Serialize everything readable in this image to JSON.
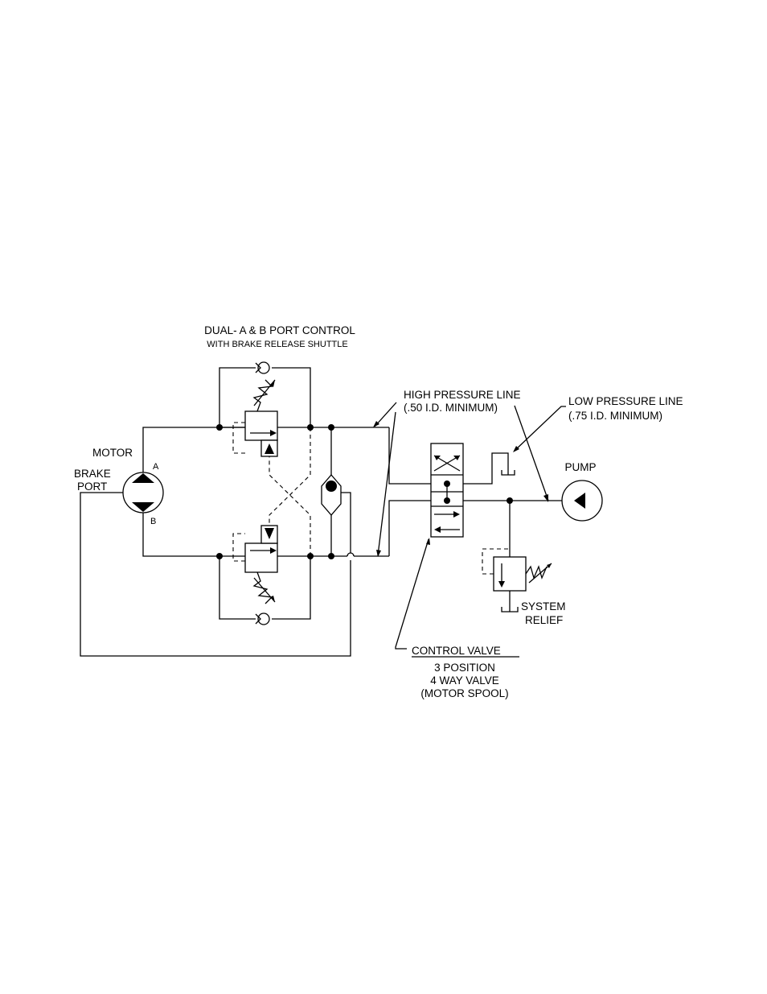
{
  "labels": {
    "title_line1": "DUAL- A & B PORT CONTROL",
    "title_line2": "WITH BRAKE RELEASE SHUTTLE",
    "high_pressure_line1": "HIGH PRESSURE LINE",
    "high_pressure_line2": "(.50 I.D. MINIMUM)",
    "low_pressure_line1": "LOW PRESSURE LINE",
    "low_pressure_line2": "(.75 I.D. MINIMUM)",
    "motor": "MOTOR",
    "brake_port_line1": "BRAKE",
    "brake_port_line2": "PORT",
    "port_a": "A",
    "port_b": "B",
    "pump": "PUMP",
    "system_relief_line1": "SYSTEM",
    "system_relief_line2": "RELIEF",
    "control_valve": "CONTROL VALVE",
    "valve_desc_line1": "3 POSITION",
    "valve_desc_line2": "4 WAY VALVE",
    "valve_desc_line3": "(MOTOR SPOOL)"
  }
}
